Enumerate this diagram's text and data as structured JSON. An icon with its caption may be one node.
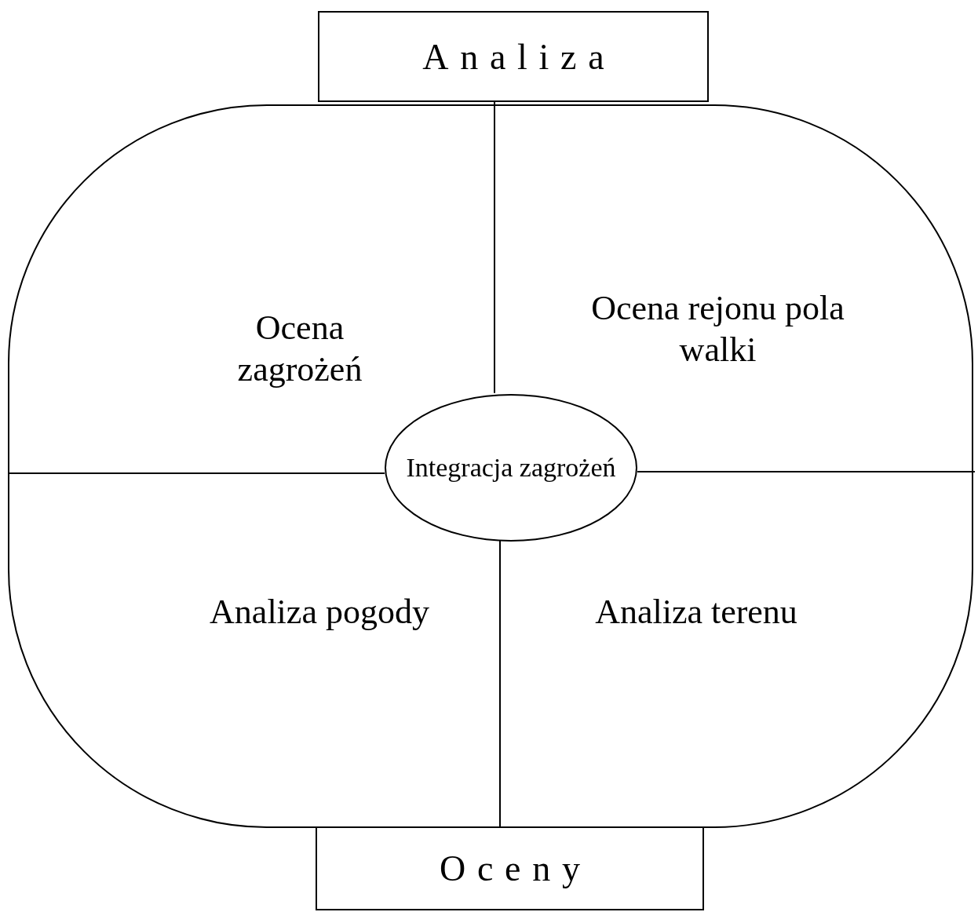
{
  "diagram": {
    "nodes": [
      {
        "text": [
          "Analiza"
        ]
      },
      {
        "text": [],
        "shape": "box"
      },
      {
        "text": [
          "Ocena zagrożeń"
        ],
        "in": 1
      },
      {
        "text": [
          "Ocena rejonu pola walki"
        ],
        "in": 1
      },
      {
        "text": [
          "Integracja zagrożeń"
        ],
        "in": 1
      },
      {
        "text": [
          "Analiza pogody"
        ],
        "in": 1
      },
      {
        "text": [
          "Analiza terenu"
        ],
        "in": 1
      },
      {
        "text": [
          "Oceny"
        ]
      }
    ],
    "edges": [
      {
        "from": 0,
        "to": 4,
        "arrow": "none"
      },
      {
        "from": 4,
        "to": 7,
        "arrow": "none"
      }
    ]
  }
}
